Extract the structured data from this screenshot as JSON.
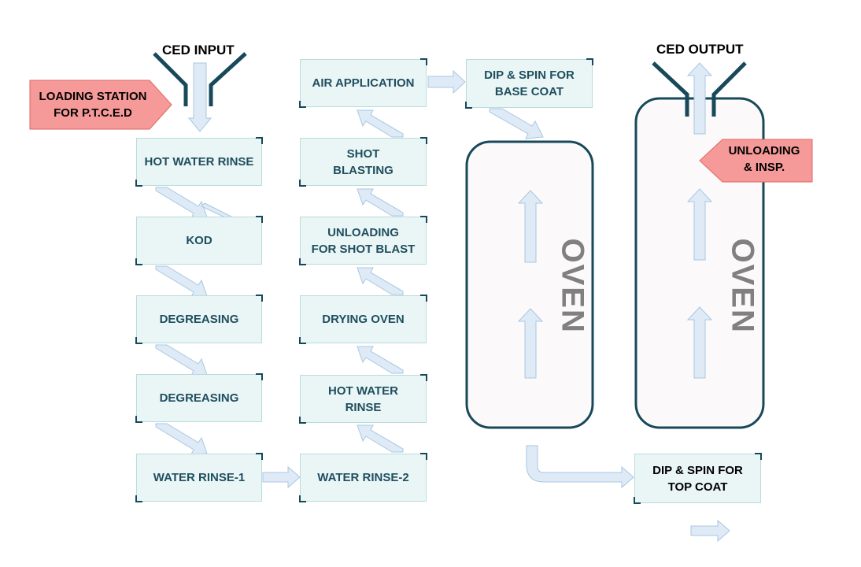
{
  "labels": {
    "ced_input": "CED INPUT",
    "ced_output": "CED OUTPUT",
    "loading_station": [
      "LOADING STATION",
      "FOR P.T.C.E.D"
    ],
    "unloading": [
      "UNLOADING",
      "& INSP."
    ],
    "oven_1": "OVEN",
    "oven_2": "OVEN"
  },
  "column_1": [
    {
      "id": "hot-water-rinse-1",
      "lines": [
        "HOT WATER RINSE"
      ]
    },
    {
      "id": "kod",
      "lines": [
        "KOD"
      ]
    },
    {
      "id": "degreasing-1",
      "lines": [
        "DEGREASING"
      ]
    },
    {
      "id": "degreasing-2",
      "lines": [
        "DEGREASING"
      ]
    },
    {
      "id": "water-rinse-1",
      "lines": [
        "WATER RINSE-1"
      ]
    }
  ],
  "column_2": [
    {
      "id": "air-application",
      "lines": [
        "AIR APPLICATION"
      ]
    },
    {
      "id": "shot-blasting",
      "lines": [
        "SHOT",
        "BLASTING"
      ]
    },
    {
      "id": "unloading-shot-blast",
      "lines": [
        "UNLOADING",
        "FOR SHOT BLAST"
      ]
    },
    {
      "id": "drying-oven",
      "lines": [
        "DRYING OVEN"
      ]
    },
    {
      "id": "hot-water-rinse-2",
      "lines": [
        "HOT WATER",
        "RINSE"
      ]
    },
    {
      "id": "water-rinse-2",
      "lines": [
        "WATER RINSE-2"
      ]
    }
  ],
  "base_coat": {
    "lines": [
      "DIP & SPIN FOR",
      "BASE COAT"
    ]
  },
  "top_coat": {
    "lines": [
      "DIP & SPIN FOR",
      "TOP COAT"
    ]
  },
  "colors": {
    "box_fill": "#eaf6f6",
    "box_border": "#b9dcdc",
    "box_text": "#1f4e5e",
    "arrow_fill": "#deebf7",
    "arrow_stroke": "#a9c6e0",
    "oven_border": "#17495a",
    "oven_fill": "#fbf9fa",
    "pentagon_fill": "#f59a98",
    "pentagon_border": "#e06666"
  }
}
